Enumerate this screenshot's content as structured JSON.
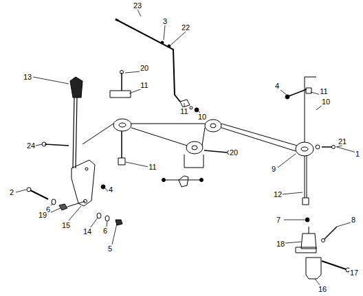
{
  "diagram": {
    "labels": [
      "23",
      "3",
      "22",
      "13",
      "20",
      "11",
      "11",
      "10",
      "4",
      "11",
      "10",
      "21",
      "1",
      "20",
      "24",
      "9",
      "11",
      "2",
      "4",
      "6",
      "12",
      "19",
      "15",
      "14",
      "6",
      "5",
      "7",
      "8",
      "18",
      "17",
      "16"
    ]
  }
}
